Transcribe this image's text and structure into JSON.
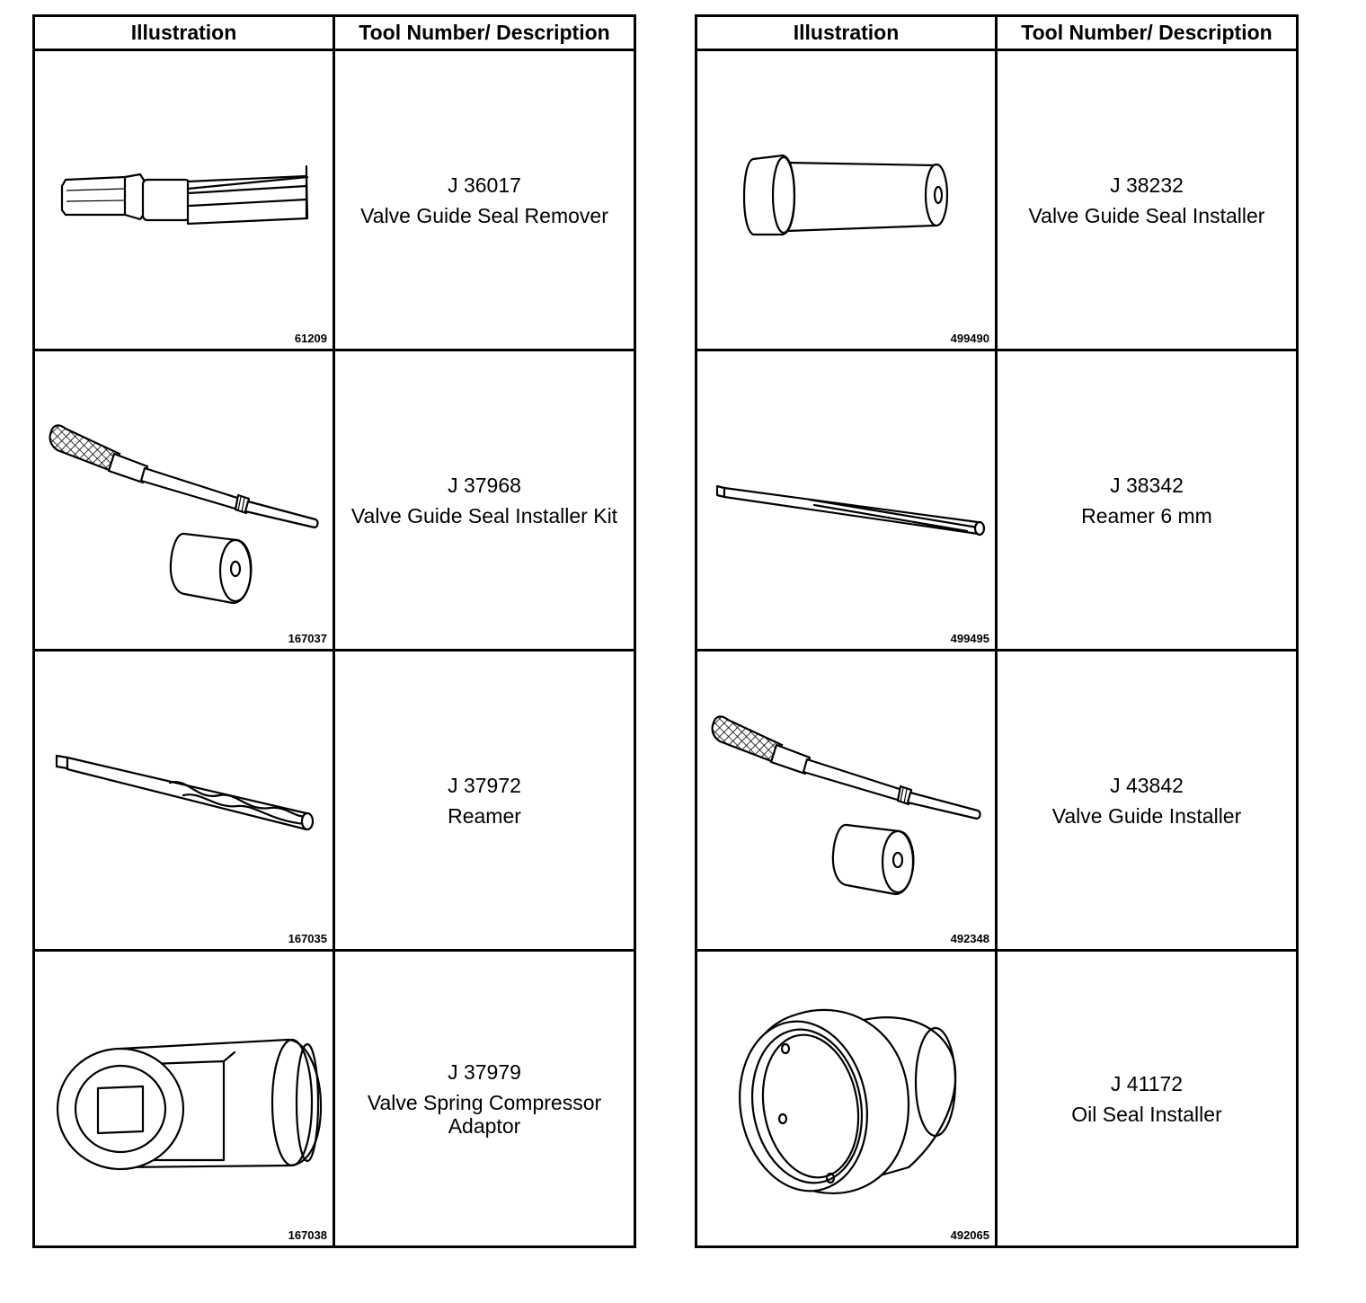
{
  "headers": {
    "illustration": "Illustration",
    "tool": "Tool Number/ Description"
  },
  "left": [
    {
      "number": "J 36017",
      "description": "Valve Guide Seal Remover",
      "figure": "61209",
      "icon": "valve-guide-seal-remover-icon"
    },
    {
      "number": "J 37968",
      "description": "Valve Guide Seal Installer Kit",
      "figure": "167037",
      "icon": "valve-guide-seal-installer-kit-icon"
    },
    {
      "number": "J 37972",
      "description": "Reamer",
      "figure": "167035",
      "icon": "reamer-icon"
    },
    {
      "number": "J 37979",
      "description": "Valve Spring Compressor Adaptor",
      "figure": "167038",
      "icon": "valve-spring-compressor-adaptor-icon"
    }
  ],
  "right": [
    {
      "number": "J 38232",
      "description": "Valve Guide Seal Installer",
      "figure": "499490",
      "icon": "valve-guide-seal-installer-icon"
    },
    {
      "number": "J 38342",
      "description": "Reamer 6 mm",
      "figure": "499495",
      "icon": "reamer-6mm-icon"
    },
    {
      "number": "J 43842",
      "description": "Valve Guide Installer",
      "figure": "492348",
      "icon": "valve-guide-installer-icon"
    },
    {
      "number": "J 41172",
      "description": "Oil Seal Installer",
      "figure": "492065",
      "icon": "oil-seal-installer-icon"
    }
  ]
}
